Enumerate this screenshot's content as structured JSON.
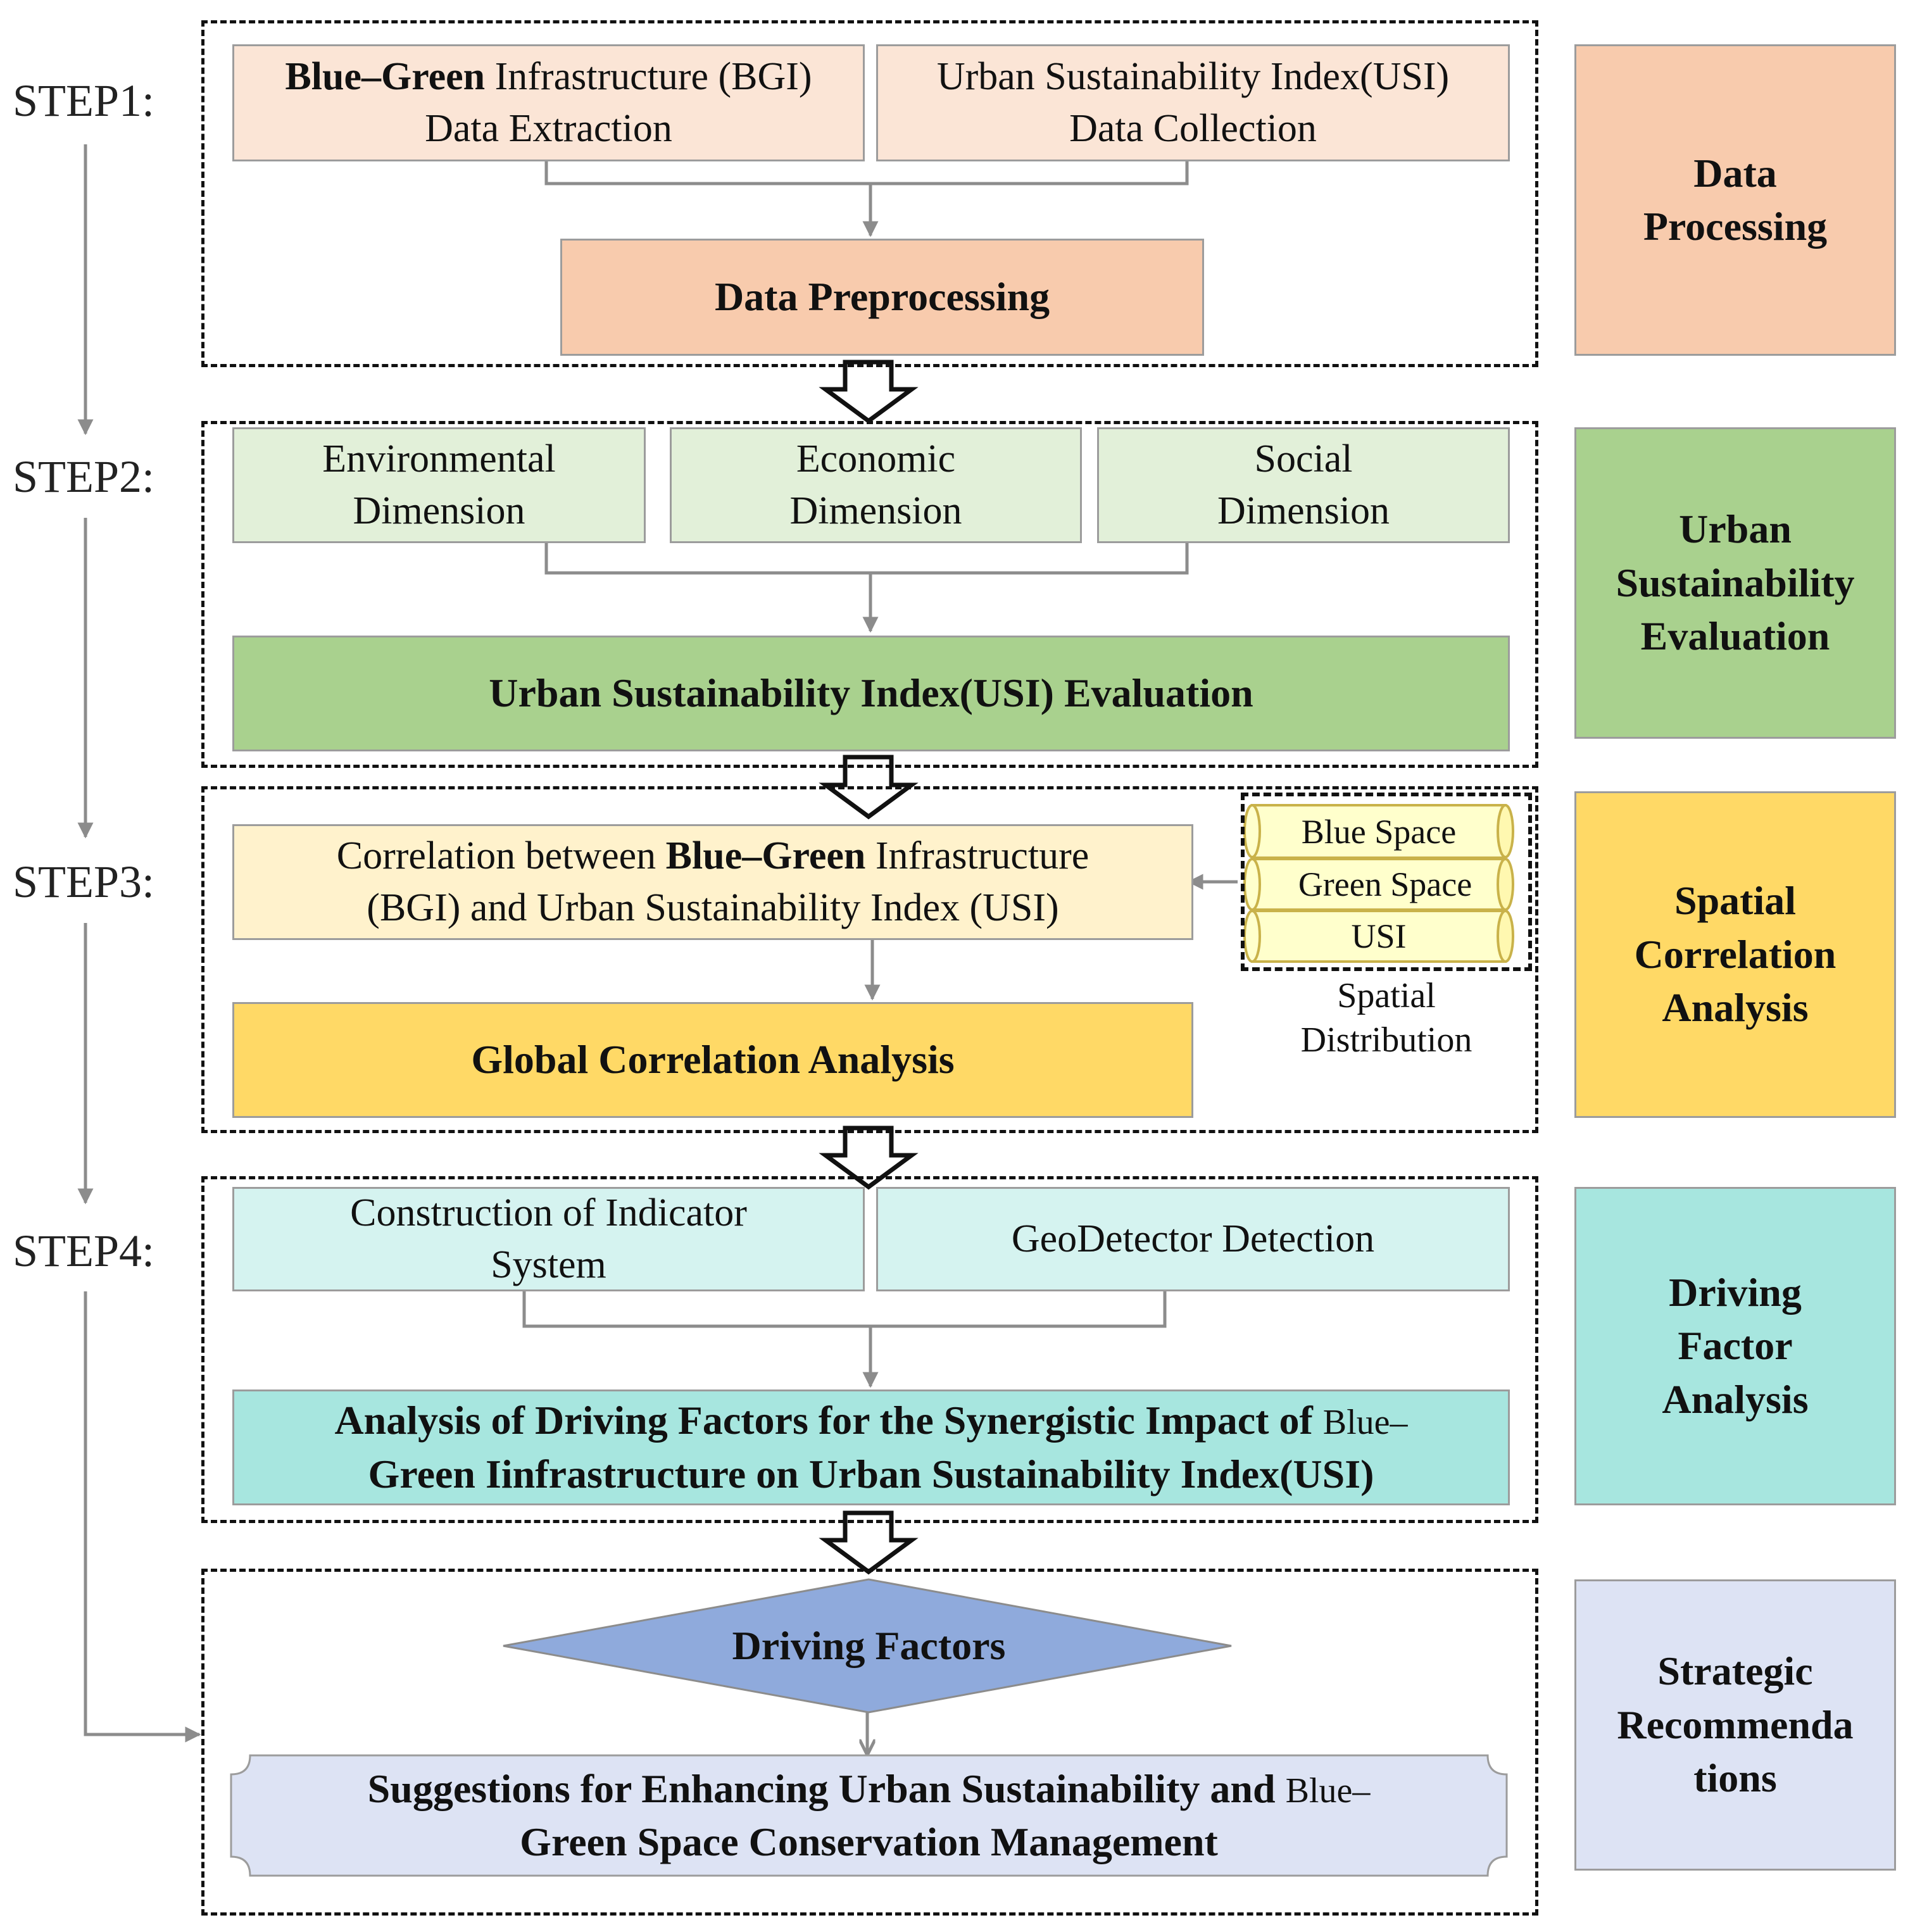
{
  "steps": [
    "STEP1:",
    "STEP2:",
    "STEP3:",
    "STEP4:"
  ],
  "step1": {
    "bgi_extraction": {
      "bold": "Blue–Green",
      "rest": " Infrastructure (BGI)",
      "line2": "Data Extraction"
    },
    "usi_collection": {
      "line1": "Urban Sustainability Index(USI)",
      "line2": "Data Collection"
    },
    "preprocessing": "Data Preprocessing"
  },
  "step2": {
    "environmental": {
      "line1": "Environmental",
      "line2": "Dimension"
    },
    "economic": {
      "line1": "Economic",
      "line2": "Dimension"
    },
    "social": {
      "line1": "Social",
      "line2": "Dimension"
    },
    "evaluation": "Urban Sustainability Index(USI) Evaluation"
  },
  "step3": {
    "correlation": {
      "pre": "Correlation between ",
      "bold": "Blue–Green",
      "post": " Infrastructure",
      "line2": "(BGI) and Urban Sustainability Index (USI)"
    },
    "global": "Global Correlation Analysis",
    "layers": [
      "Blue Space",
      "Green Space",
      "USI"
    ],
    "spatial_label": {
      "line1": "Spatial",
      "line2": "Distribution"
    }
  },
  "step4": {
    "indicator": {
      "line1": "Construction of Indicator",
      "line2": "System"
    },
    "geodetector": "GeoDetector Detection",
    "driving_analysis": {
      "line1_bold": "Analysis of Driving Factors for the Synergistic Impact of ",
      "line1_tail": "Blue–",
      "line2": "Green Iinfrastructure on Urban Sustainability Index(USI)"
    }
  },
  "step5": {
    "driving_factors": "Driving Factors",
    "suggestions": {
      "line1_bold": "Suggestions for Enhancing Urban Sustainability and ",
      "line1_tail": "Blue–",
      "line2": "Green Space Conservation Management"
    }
  },
  "side_labels": {
    "data_processing": {
      "line1": "Data",
      "line2": "Processing"
    },
    "usi_evaluation": {
      "line1": "Urban",
      "line2": "Sustainability",
      "line3": "Evaluation"
    },
    "spatial_correlation": {
      "line1": "Spatial",
      "line2": "Correlation",
      "line3": "Analysis"
    },
    "driving_factor": {
      "line1": "Driving",
      "line2": "Factor",
      "line3": "Analysis"
    },
    "strategic": {
      "line1": "Strategic",
      "line2": "Recommenda",
      "line3": "tions"
    }
  },
  "colors": {
    "peach_light": "#fbe5d6",
    "peach": "#f8cbad",
    "green_light": "#e2f0d9",
    "green": "#a9d18e",
    "yellow_light": "#fff2cc",
    "yellow": "#ffd966",
    "teal_light": "#d5f3f0",
    "teal": "#a7e6df",
    "lavender_light": "#dde3f4",
    "diamond": "#8faadc"
  }
}
